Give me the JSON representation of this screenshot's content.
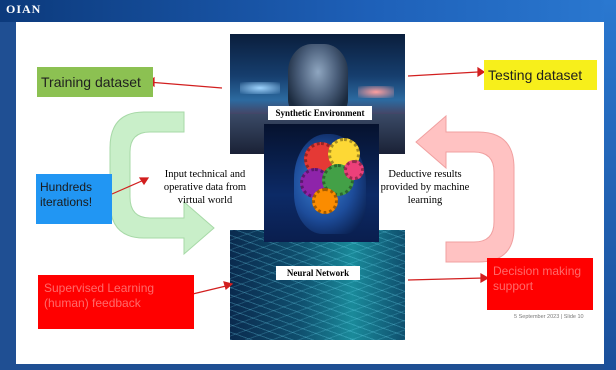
{
  "logo": {
    "text": "OIAN"
  },
  "boxes": {
    "training": "Training dataset",
    "testing": "Testing dataset",
    "hundreds": "Hundreds iterations!",
    "supervised": "Supervised Learning (human) feedback",
    "decision": "Decision making support"
  },
  "images": {
    "synthetic": "Synthetic Environment",
    "neural": "Neural Network"
  },
  "notes": {
    "input": "Input technical and operative data from virtual world",
    "deductive": "Deductive results provided by machine learning"
  },
  "footer": "5 September 2023 | Slide 10",
  "colors": {
    "frame": "#1f4f93",
    "training_box": "#8cc152",
    "testing_box": "#f7ef1b",
    "hundreds_box": "#2196f3",
    "red_box": "#ff0000",
    "arrow_green": "#c9efc9",
    "arrow_pink": "#ffc2c2",
    "connector": "#d21f1f"
  }
}
